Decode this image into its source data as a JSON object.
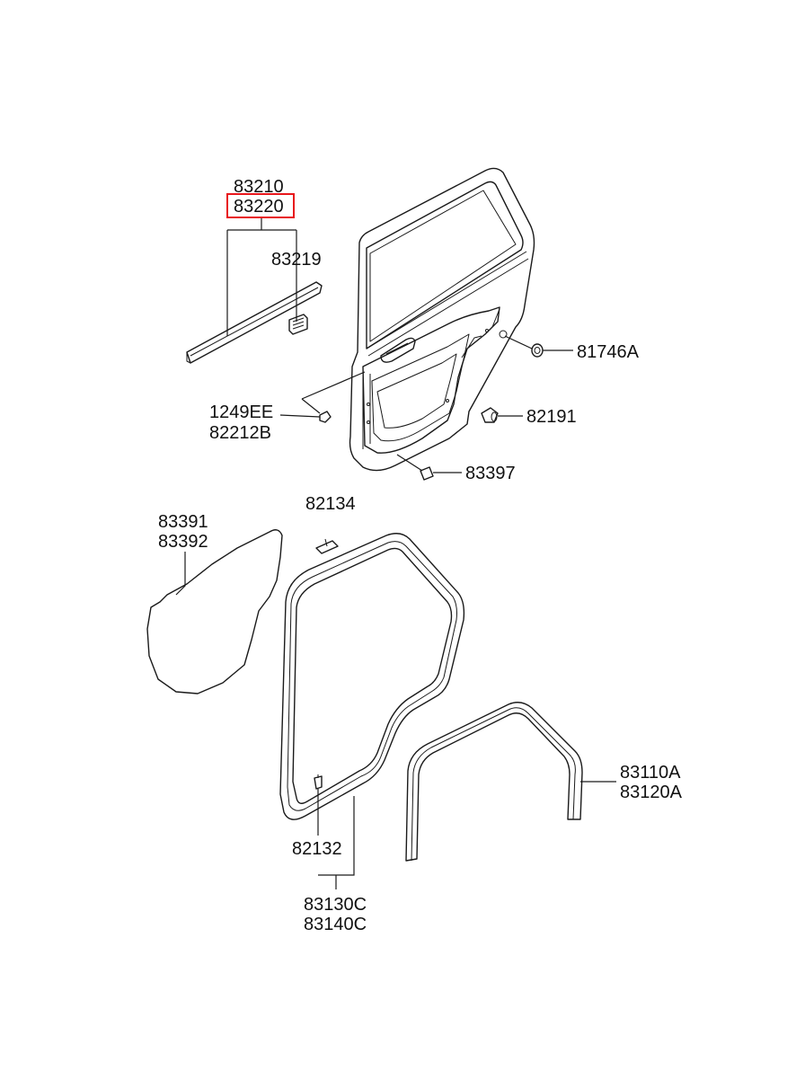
{
  "labels": {
    "p83210": "83210",
    "p83220": "83220",
    "p83219": "83219",
    "p81746A": "81746A",
    "p1249EE": "1249EE",
    "p82212B": "82212B",
    "p82191": "82191",
    "p83397": "83397",
    "p82134": "82134",
    "p83391": "83391",
    "p83392": "83392",
    "p83110A": "83110A",
    "p83120A": "83120A",
    "p82132": "82132",
    "p83130C": "83130C",
    "p83140C": "83140C"
  },
  "highlight": {
    "part": "83220",
    "color": "#e8161b"
  }
}
